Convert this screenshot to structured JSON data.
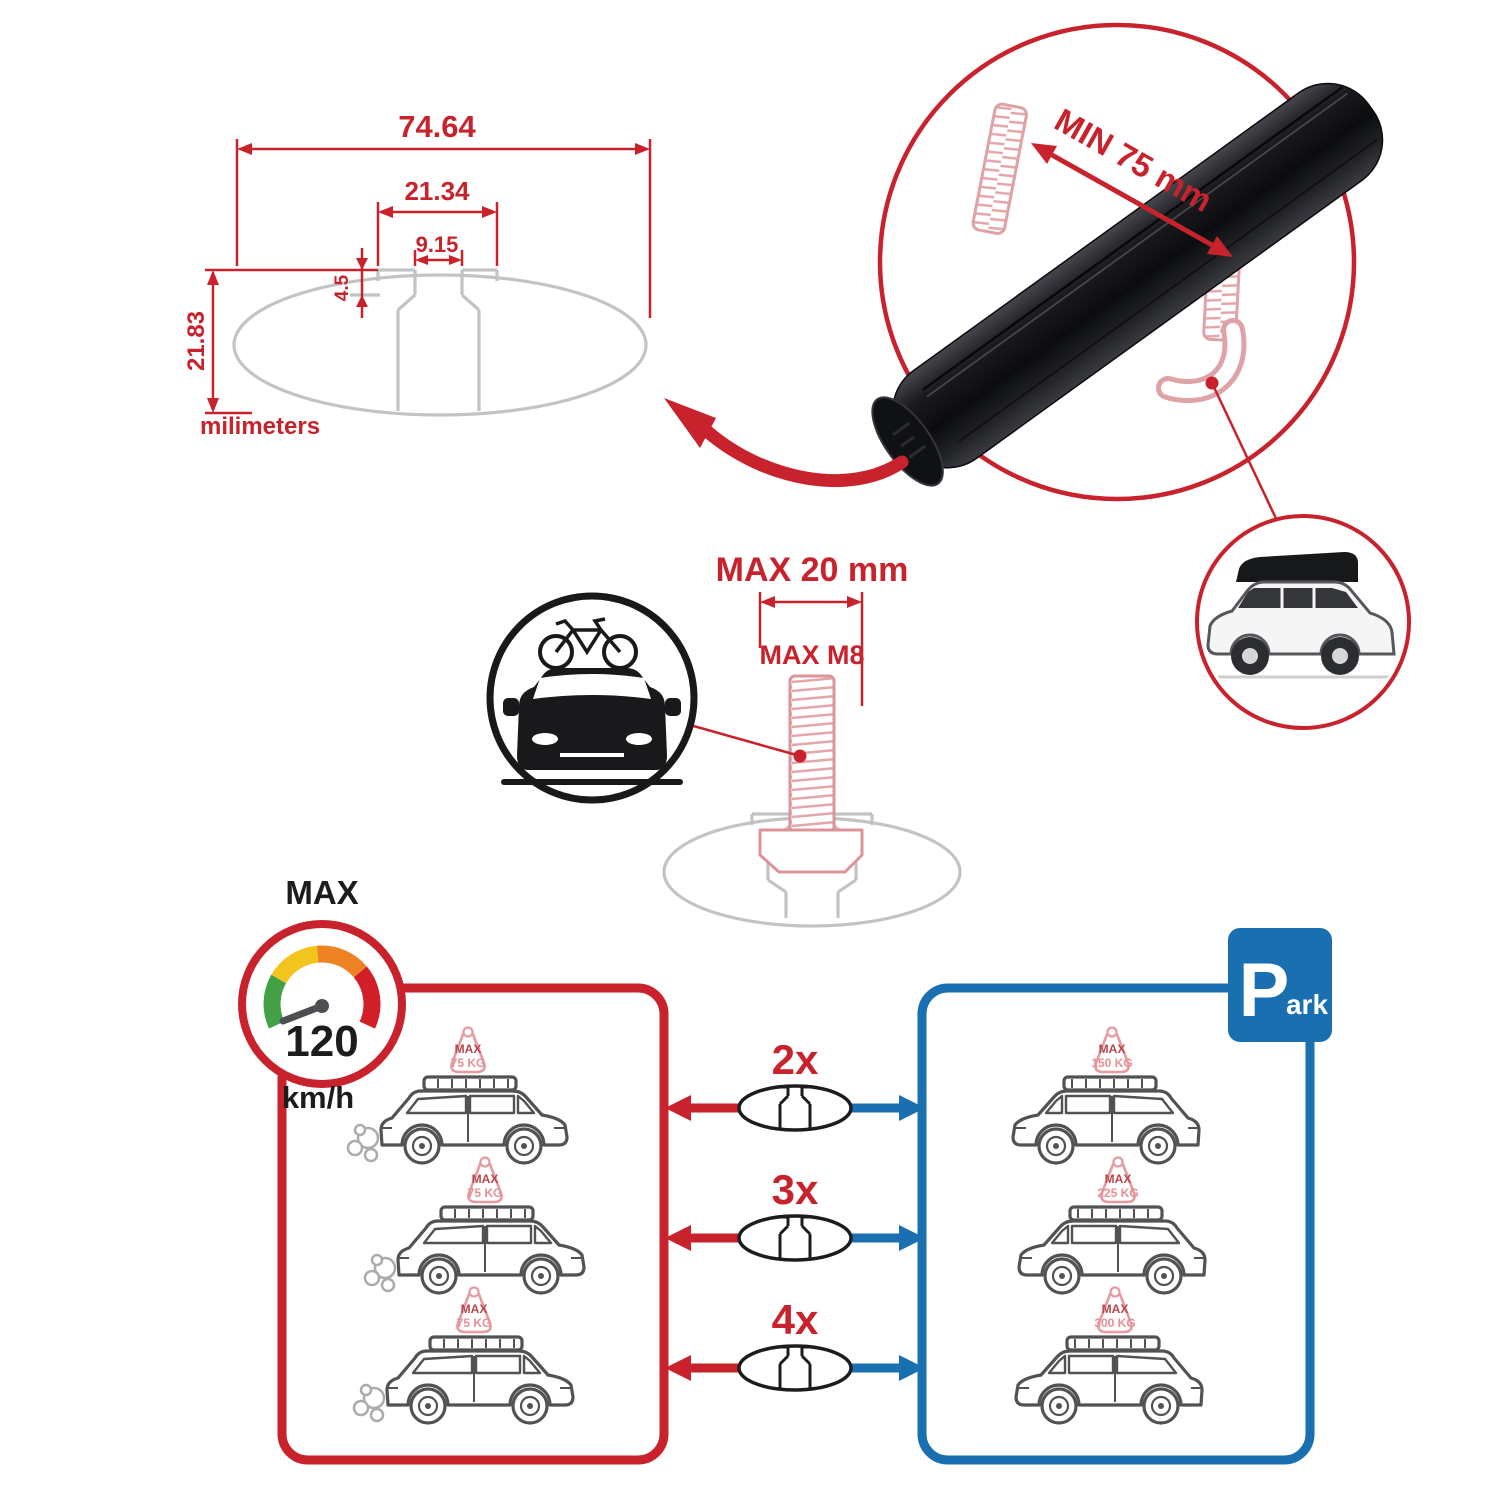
{
  "colors": {
    "accent_red": "#c8232c",
    "accent_blue": "#1a6fb0",
    "bar_black": "#17181a",
    "profile_gray": "#c1c3c5",
    "bolt_pink": "#dc9498",
    "gauge_green": "#43a047",
    "gauge_yellow": "#f2c41d",
    "gauge_orange": "#ef8222",
    "gauge_red": "#d01f26"
  },
  "cross_section": {
    "total_width": "74.64",
    "slot_outer_width": "21.34",
    "slot_inner_width": "9.15",
    "slot_depth": "4.5",
    "total_height": "21.83",
    "units": "milimeters"
  },
  "bar_inset": {
    "min_span": "MIN 75 mm"
  },
  "bolt": {
    "max_width": "MAX 20 mm",
    "max_thread": "MAX M8"
  },
  "speed_gauge": {
    "title": "MAX",
    "value": "120",
    "units": "km/h"
  },
  "park_sign": {
    "letter": "P",
    "suffix": "ark"
  },
  "bar_counts": [
    {
      "label": "2x"
    },
    {
      "label": "3x"
    },
    {
      "label": "4x"
    }
  ],
  "driving_cars": [
    {
      "tag_title": "MAX",
      "tag_value": "75 KG"
    },
    {
      "tag_title": "MAX",
      "tag_value": "75 KG"
    },
    {
      "tag_title": "MAX",
      "tag_value": "75 KG"
    }
  ],
  "parked_cars": [
    {
      "tag_title": "MAX",
      "tag_value": "150 KG"
    },
    {
      "tag_title": "MAX",
      "tag_value": "225 KG"
    },
    {
      "tag_title": "MAX",
      "tag_value": "300 KG"
    }
  ]
}
